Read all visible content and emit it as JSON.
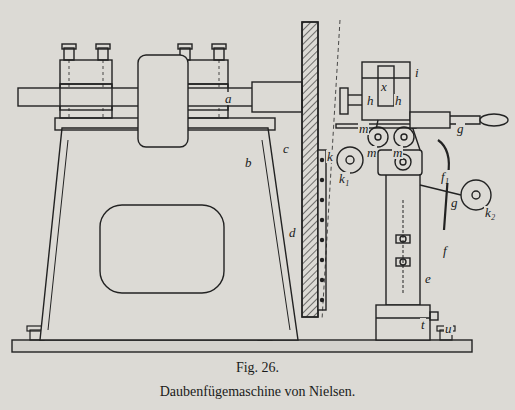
{
  "diagram": {
    "title": "Fig. 26.",
    "caption": "Daubenfügemaschine von Nielsen.",
    "labels": [
      "a",
      "b",
      "c",
      "d",
      "x",
      "i",
      "h",
      "h",
      "g",
      "m",
      "m",
      "m",
      "k",
      "k₁",
      "f₁",
      "g",
      "k₂",
      "f",
      "e",
      "t",
      "u"
    ]
  }
}
